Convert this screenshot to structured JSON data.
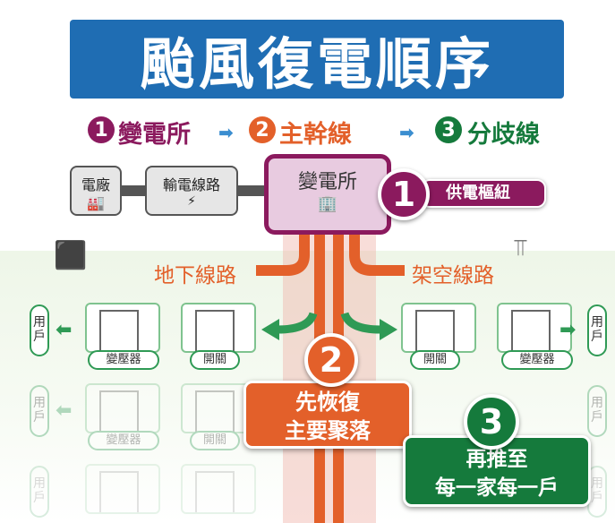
{
  "title": "颱風復電順序",
  "steps": [
    {
      "num": "1",
      "label": "變電所",
      "color": "#8b1a5e"
    },
    {
      "num": "2",
      "label": "主幹線",
      "color": "#e3602a"
    },
    {
      "num": "3",
      "label": "分歧線",
      "color": "#157a3c"
    }
  ],
  "step_arrow": "➡",
  "chain": {
    "plant": "電廠",
    "transmission": "輸電線路",
    "substation": "變電所"
  },
  "badge1": {
    "num": "1",
    "label": "供電樞紐"
  },
  "lines": {
    "underground": "地下線路",
    "overhead": "架空線路"
  },
  "row": {
    "user": "用戶",
    "transformer": "變壓器",
    "switch": "開關"
  },
  "badge2": {
    "num": "2",
    "line1": "先恢復",
    "line2": "主要聚落"
  },
  "badge3": {
    "num": "3",
    "line1": "再推至",
    "line2": "每一家每一戶"
  }
}
